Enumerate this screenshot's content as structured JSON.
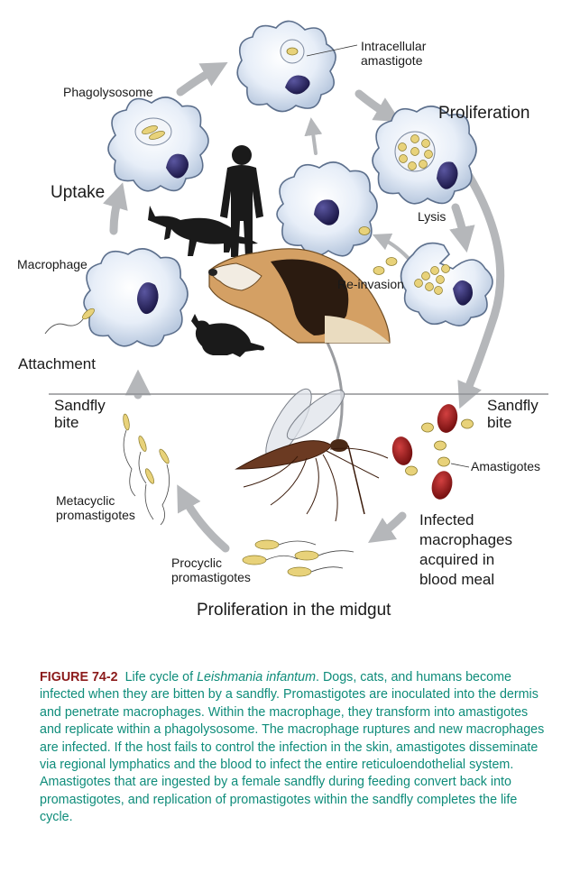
{
  "labels": {
    "intracellular_amastigote": [
      "Intracellular",
      "amastigote"
    ],
    "phagolysosome": "Phagolysosome",
    "proliferation": "Proliferation",
    "uptake": "Uptake",
    "lysis": "Lysis",
    "macrophage": "Macrophage",
    "reinvasion": "Re-invasion",
    "attachment": "Attachment",
    "sandfly_bite_left": [
      "Sandfly",
      "bite"
    ],
    "sandfly_bite_right": [
      "Sandfly",
      "bite"
    ],
    "amastigotes": "Amastigotes",
    "metacyclic": [
      "Metacyclic",
      "promastigotes"
    ],
    "infected_macrophages": [
      "Infected",
      "macrophages",
      "acquired in",
      "blood meal"
    ],
    "procyclic": [
      "Procyclic",
      "promastigotes"
    ],
    "midgut": "Proliferation in the midgut"
  },
  "caption": {
    "figure_number": "FIGURE 74-2",
    "text_pre": "Life cycle of ",
    "species": "Leishmania infantum",
    "text_post": ". Dogs, cats, and humans become infected when they are bitten by a sandfly. Promastigotes are inoculated into the dermis and penetrate macrophages. Within the macrophage, they transform into amastigotes and replicate within a phagolysosome. The macrophage ruptures and new macrophages are infected. If the host fails to control the infection in the skin, amastigotes disseminate via regional lymphatics and the blood to infect the entire reticuloendothelial system. Amastigotes that are ingested by a female sandfly during feeding convert back into promastigotes, and replication of promastigotes within the sandfly completes the life cycle."
  },
  "colors": {
    "caption_text": "#0e8c7a",
    "figure_number": "#8b1a1a",
    "arrows": "#b5b7ba",
    "cell_fill": "#dfe9f5",
    "nucleus": "#2a2660",
    "parasite": "#e8d27a",
    "rbc": "#9c1a1a"
  }
}
